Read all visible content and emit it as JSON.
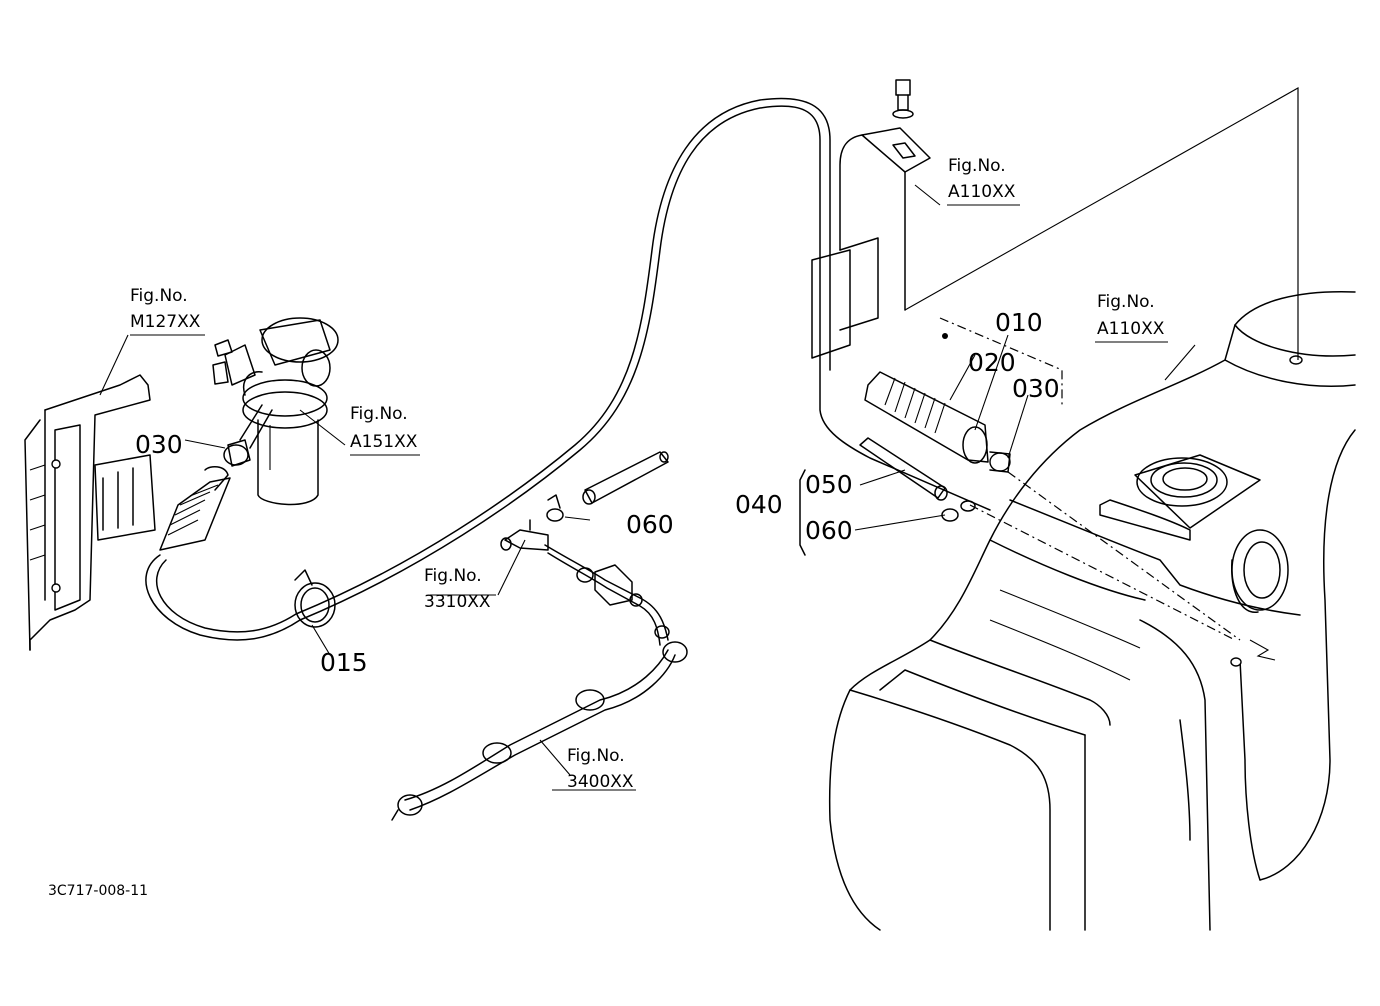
{
  "drawing": {
    "code": "3C717-008-11",
    "fig_prefix": "Fig.No.",
    "callouts": [
      {
        "id": "010",
        "text": "010"
      },
      {
        "id": "020",
        "text": "020"
      },
      {
        "id": "030_right",
        "text": "030"
      },
      {
        "id": "030_left",
        "text": "030"
      },
      {
        "id": "015",
        "text": "015"
      },
      {
        "id": "040",
        "text": "040"
      },
      {
        "id": "050",
        "text": "050"
      },
      {
        "id": "060_right",
        "text": "060"
      },
      {
        "id": "060_mid",
        "text": "060"
      }
    ],
    "figure_refs": [
      {
        "id": "m127",
        "ref": "M127XX"
      },
      {
        "id": "a151",
        "ref": "A151XX"
      },
      {
        "id": "a110_top",
        "ref": "A110XX"
      },
      {
        "id": "a110_tank",
        "ref": "A110XX"
      },
      {
        "id": "3310",
        "ref": "3310XX"
      },
      {
        "id": "3400",
        "ref": "3400XX"
      }
    ]
  },
  "colors": {
    "ink": "#000000",
    "paper": "#ffffff"
  }
}
